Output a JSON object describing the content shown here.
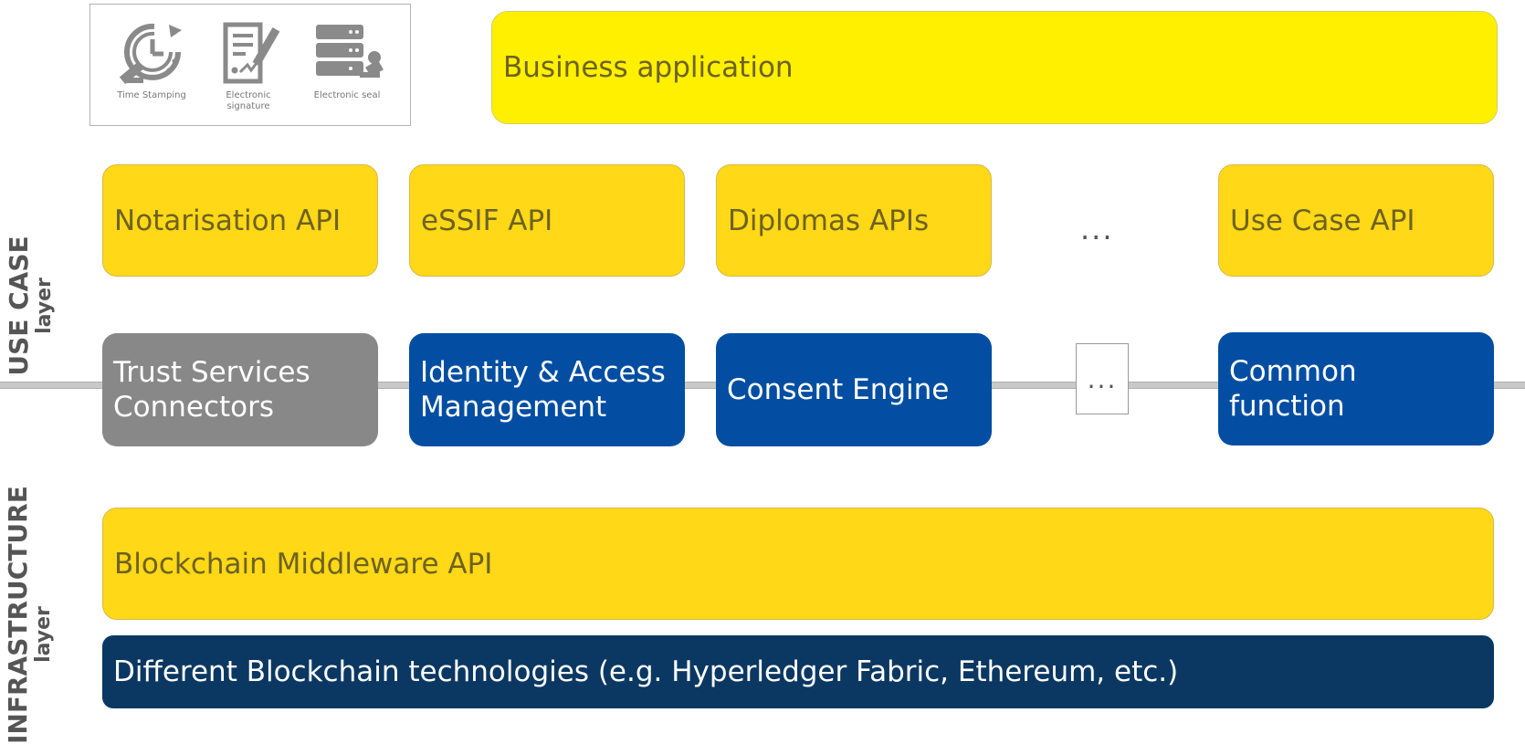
{
  "side_labels": {
    "use_case": {
      "line1": "USE CASE",
      "line2": "layer"
    },
    "infrastructure": {
      "line1": "INFRASTRUCTURE",
      "line2": "layer"
    }
  },
  "trust_icons": [
    {
      "icon": "time-stamping-icon",
      "label": "Time Stamping"
    },
    {
      "icon": "electronic-signature-icon",
      "label": "Electronic signature"
    },
    {
      "icon": "electronic-seal-icon",
      "label": "Electronic seal"
    }
  ],
  "business_application": "Business application",
  "apis": [
    "Notarisation API",
    "eSSIF API",
    "Diplomas APIs",
    "Use Case API"
  ],
  "api_ellipsis": "...",
  "services": [
    "Trust Services Connectors",
    "Identity & Access Management",
    "Consent Engine",
    "Common function"
  ],
  "services_ellipsis": "...",
  "middleware_api": "Blockchain Middleware API",
  "blockchain_tech": "Different Blockchain technologies (e.g. Hyperledger Fabric, Ethereum, etc.)",
  "colors": {
    "business_yellow": "#fff000",
    "api_yellow": "#ffd817",
    "service_blue": "#034ea2",
    "connector_grey": "#888888",
    "infra_navy": "#0b3862"
  }
}
